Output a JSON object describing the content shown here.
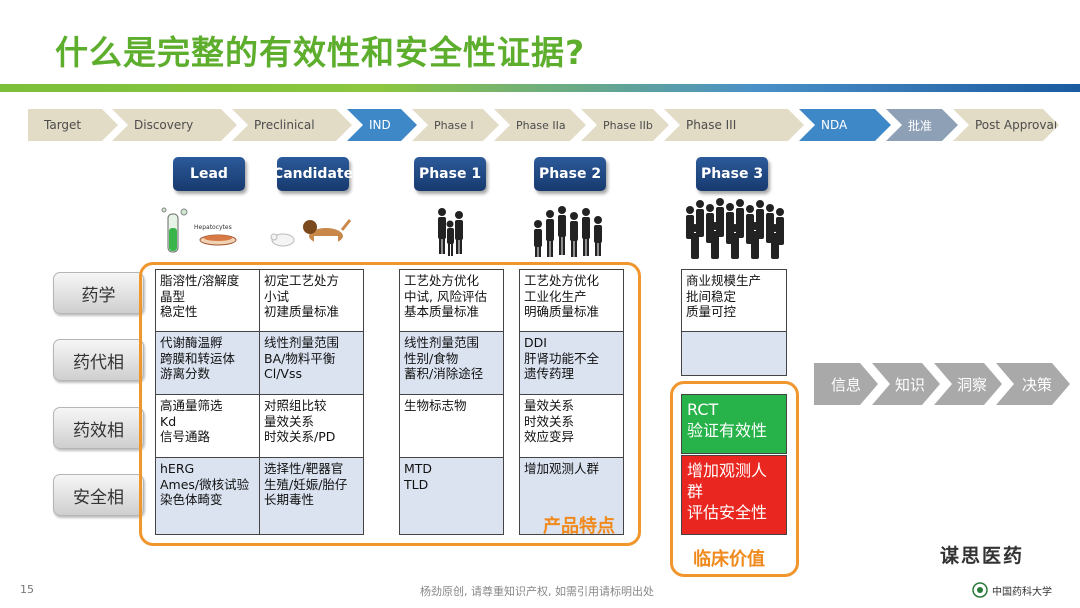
{
  "title": "什么是完整的有效性和安全性证据?",
  "pipeline": [
    "Target",
    "Discovery",
    "Preclinical",
    "IND",
    "Phase I",
    "Phase  IIa",
    "Phase IIb",
    "Phase III",
    "NDA",
    "批准",
    "Post Approval"
  ],
  "phase_buttons": [
    "Lead",
    "Candidate",
    "Phase 1",
    "Phase 2",
    "Phase 3"
  ],
  "illustrations": {
    "hepatocytes_label": "Hepatocytes"
  },
  "row_labels": [
    "药学",
    "药代相",
    "药效相",
    "安全相"
  ],
  "columns": {
    "lead": [
      [
        "脂溶性/溶解度",
        "晶型",
        "稳定性"
      ],
      [
        "代谢酶温孵",
        "跨膜和转运体",
        "游离分数"
      ],
      [
        "高通量筛选",
        "Kd",
        "信号通路"
      ],
      [
        "hERG",
        "Ames/微核试验",
        "染色体畸变"
      ]
    ],
    "candidate": [
      [
        "初定工艺处方",
        "小试",
        "初建质量标准"
      ],
      [
        "线性剂量范围",
        "BA/物料平衡",
        "Cl/Vss"
      ],
      [
        "对照组比较",
        "量效关系",
        "时效关系/PD"
      ],
      [
        "选择性/靶器官",
        "生殖/妊娠/胎仔",
        "长期毒性"
      ]
    ],
    "phase1": [
      [
        "工艺处方优化",
        "中试, 风险评估",
        "基本质量标准"
      ],
      [
        "线性剂量范围",
        "性别/食物",
        "蓄积/消除途径"
      ],
      [
        "生物标志物"
      ],
      [
        "MTD",
        "TLD"
      ]
    ],
    "phase2": [
      [
        "工艺处方优化",
        "工业化生产",
        "明确质量标准"
      ],
      [
        "DDI",
        "肝肾功能不全",
        "遗传药理"
      ],
      [
        "量效关系",
        "时效关系",
        "效应变异"
      ],
      [
        "增加观测人群"
      ]
    ],
    "phase3": [
      [
        "商业规模生产",
        "批间稳定",
        "质量可控"
      ],
      [],
      [
        "RCT",
        "验证有效性"
      ],
      [
        "增加观测人群",
        "评估安全性"
      ]
    ]
  },
  "labels": {
    "product_features": "产品特点",
    "clinical_value": "临床价值"
  },
  "right_flow": [
    "信息",
    "知识",
    "洞察",
    "决策"
  ],
  "footer": {
    "page_number": "15",
    "note": "杨劲原创, 请尊重知识产权, 如需引用请标明出处",
    "brand": "谋思医药",
    "university": "中国药科大学"
  },
  "colors": {
    "title": "#5eae2e",
    "accent_orange": "#f0962c",
    "ind_blue": "#3f88c8",
    "rct_green": "#27b34a",
    "safety_red": "#e9261f"
  }
}
